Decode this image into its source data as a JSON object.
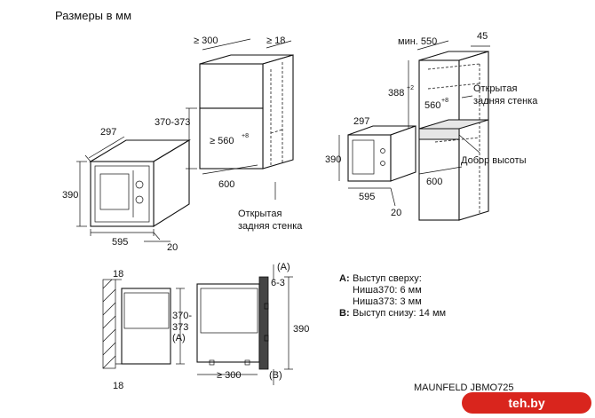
{
  "title": "Размеры в мм",
  "model": "MAUNFELD JBMO725",
  "watermark": "teh.by",
  "legend": {
    "a_label": "A:",
    "a_text": "Выступ сверху:",
    "a_line1": "Ниша370: 6 мм",
    "a_line2": "Ниша373: 3 мм",
    "b_label": "B:",
    "b_text": "Выступ снизу: 14 мм"
  },
  "dims": {
    "d300": "≥ 300",
    "d18": "≥ 18",
    "d370_373": "370-373",
    "d560": "≥ 560",
    "d560_sup": "+8",
    "d600": "600",
    "d297": "297",
    "d390": "390",
    "d595": "595",
    "d20": "20",
    "min550": "мин. 550",
    "d45": "45",
    "d388": "388",
    "d388_sup": "+2",
    "d560b": "560",
    "d560b_sup": "+8",
    "d297b": "297",
    "d390b": "390",
    "d595b": "595",
    "d600b": "600",
    "d20b": "20",
    "s18a": "18",
    "s370": "370-",
    "s373": "373",
    "sA": "(A)",
    "s18b": "18",
    "s300": "≥ 300",
    "sA2": "(A)",
    "s6_3": "6-3",
    "s390": "390",
    "sB": "(B)"
  },
  "labels": {
    "open_back_1": "Открытая",
    "open_back_2": "задняя стенка",
    "open_back_r1": "Открытая",
    "open_back_r2": "задняя стенка",
    "height_addon": "Добор высоты"
  }
}
